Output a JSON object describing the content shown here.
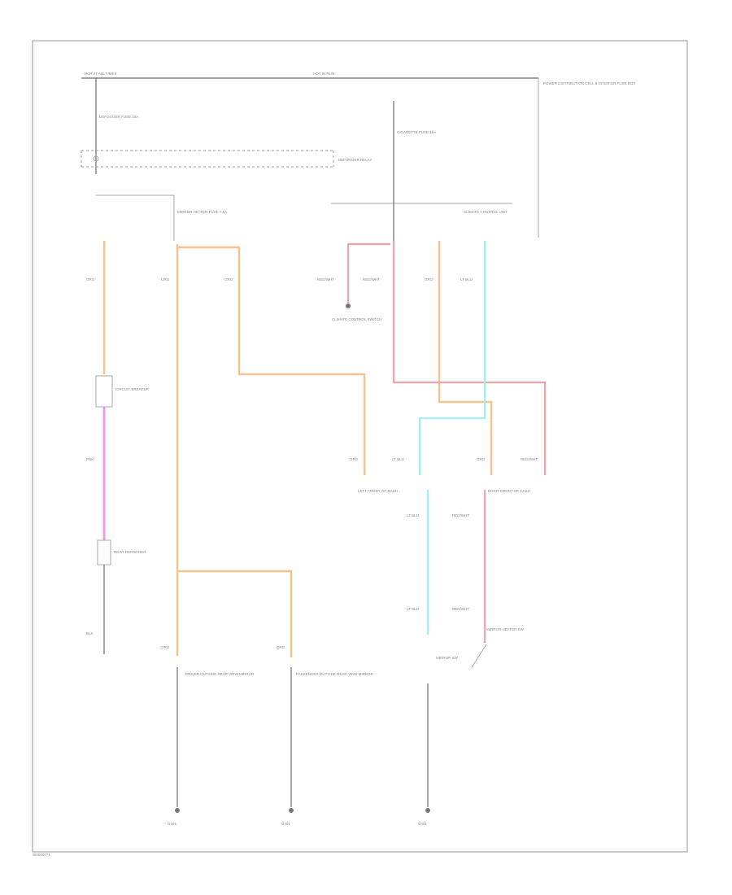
{
  "labels": {
    "hot_at_all_times": "HOT AT ALL TIMES",
    "hot_in_run": "HOT IN RUN",
    "power_distribution": "POWER DISTRIBUTION CELL & INTERIOR FUSE BOX",
    "fuse_defogger": "DEFOGGER FUSE 30A",
    "fuse_mirror_heater": "MIRROR HEATER FUSE 7.5A",
    "fuse_cigar": "CIGARETTE FUSE 15A",
    "relay_defogger": "DEFOGGER RELAY",
    "relay_control": "CLIMATE CONTROL UNIT",
    "circuit_breaker": "CIRCUIT BREAKER",
    "rear_defogger": "REAR DEFOGGER",
    "climate_control_left": "CLIMATE CONTROL SWITCH",
    "front_of_dash_left": "LEFT FRONT OF DASH",
    "front_of_dash_right": "RIGHT FRONT OF DASH",
    "driver_mirror": "DRIVER OUTSIDE REAR VIEW MIRROR",
    "passenger_mirror": "PASSENGER OUTSIDE REAR VIEW MIRROR",
    "mirror_switch": "MIRROR SW",
    "mirror_heater_sw": "MIRROR HEATER SW",
    "wire_org": "ORG",
    "wire_pnk": "PNK",
    "wire_blk": "BLK",
    "wire_redwht": "RED/WHT",
    "wire_ltblu": "LT BLU",
    "ground": "G401",
    "footer": "W0000071"
  }
}
